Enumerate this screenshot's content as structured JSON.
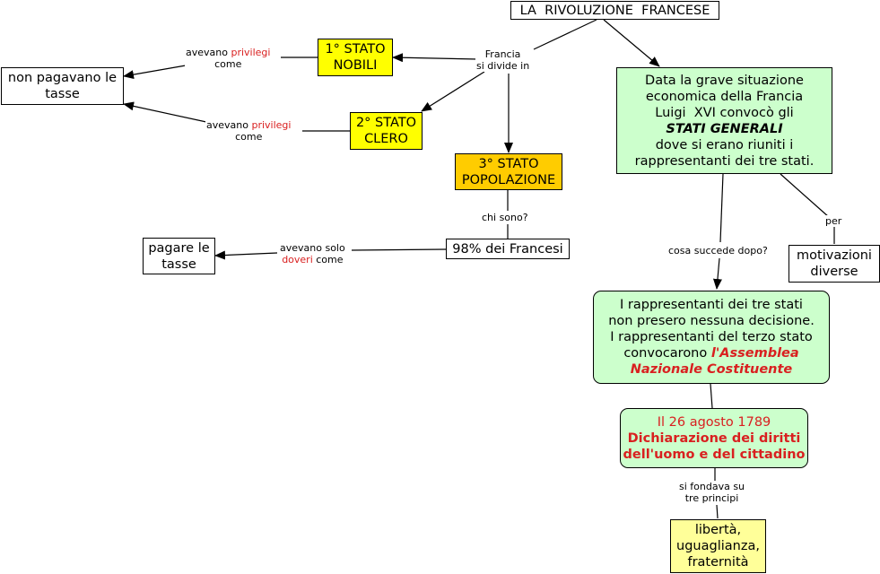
{
  "title": "LA  RIVOLUZIONE  FRANCESE",
  "colors": {
    "accent_red": "#d92020",
    "yellow": "#ffff00",
    "orange": "#ffcc00",
    "green": "#ccffcc",
    "pale_yellow": "#ffff99"
  },
  "nodes": {
    "non_pagavano": [
      "non pagavano le",
      "tasse"
    ],
    "stato1": [
      "1° STATO",
      "NOBILI"
    ],
    "stato2": [
      "2° STATO",
      "CLERO"
    ],
    "stato3": [
      "3° STATO",
      "POPOLAZIONE"
    ],
    "francesi": "98% dei Francesi",
    "pagare": [
      "pagare le",
      "tasse"
    ],
    "stati_generali": {
      "lines": [
        "Data la grave situazione",
        "economica della Francia",
        "Luigi  XVI convocò gli"
      ],
      "emphasis": "STATI GENERALI",
      "lines2": [
        "dove si erano riuniti i",
        "rappresentanti dei tre stati."
      ]
    },
    "motivazioni": [
      "motivazioni",
      "diverse"
    ],
    "assemblea": {
      "lines": [
        "I rappresentanti dei tre stati",
        "non presero nessuna decisione.",
        "I rappresentanti del terzo stato"
      ],
      "prefix": "convocarono ",
      "emphasis1": "l'Assemblea",
      "emphasis2": "Nazionale Costituente"
    },
    "dichiarazione": {
      "date": "Il 26 agosto 1789",
      "line1": "Dichiarazione dei diritti",
      "line2": "dell'uomo e del cittadino"
    },
    "principi": [
      "libertà,",
      "uguaglianza,",
      "fraternità"
    ]
  },
  "links": {
    "francia": [
      "Francia",
      "si divide in"
    ],
    "privilegi1": {
      "pre": "avevano ",
      "red": "privilegi",
      "line2": "come"
    },
    "privilegi2": {
      "pre": "avevano ",
      "red": "privilegi",
      "line2": "come"
    },
    "chi_sono": "chi sono?",
    "doveri": {
      "line1": "avevano solo",
      "red": "doveri",
      "post": " come"
    },
    "cosa_succede": "cosa succede dopo?",
    "per": "per",
    "si_fondava": [
      "si fondava su",
      "tre principi"
    ]
  }
}
